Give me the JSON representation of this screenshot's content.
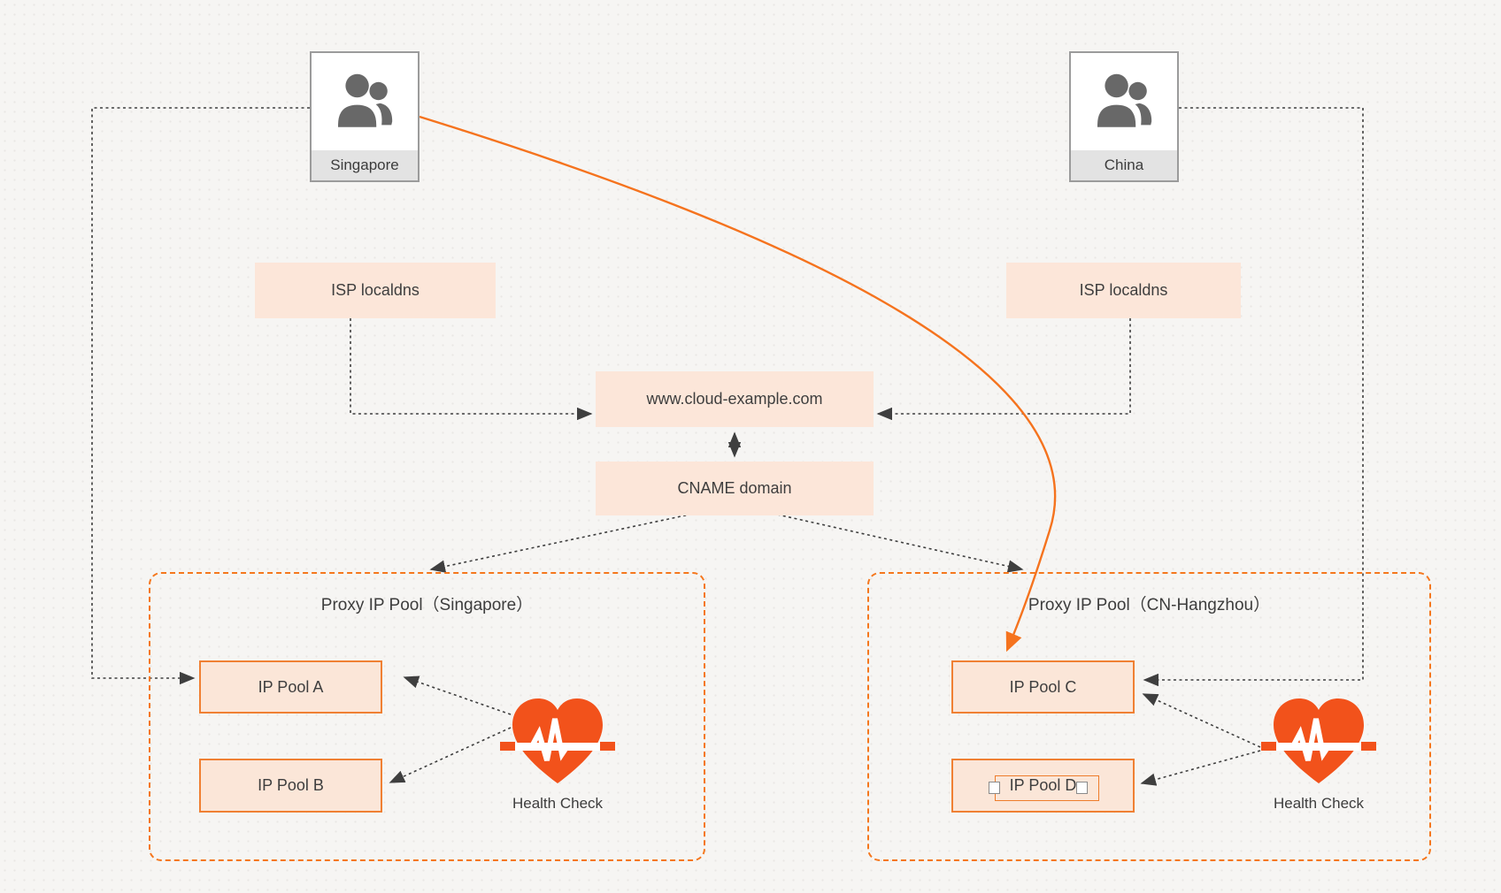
{
  "colors": {
    "background": "#F6F5F3",
    "accent_orange_curve": "#F5731E",
    "heart_orange": "#F2521B",
    "peach_fill": "#FCE6D9",
    "pool_member_fill": "#FBE6D8",
    "pool_member_border": "#F08033",
    "pool_dashed_border": "#F5771D",
    "gray_connector": "#3F3F3F",
    "user_box_border": "#9B9B9B",
    "user_label_bg": "#E3E3E3",
    "text": "#3E3E3E"
  },
  "users": [
    {
      "label": "Singapore"
    },
    {
      "label": "China"
    }
  ],
  "isp_nodes": [
    {
      "label": "ISP localdns"
    },
    {
      "label": "ISP localdns"
    }
  ],
  "domain_node": {
    "label": "www.cloud-example.com"
  },
  "cname_node": {
    "label": "CNAME domain"
  },
  "pools": [
    {
      "title": "Proxy IP Pool（Singapore）",
      "members": [
        {
          "label": "IP Pool A"
        },
        {
          "label": "IP Pool B"
        }
      ],
      "health_check": {
        "label": "Health Check"
      }
    },
    {
      "title": "Proxy IP Pool（CN-Hangzhou）",
      "members": [
        {
          "label": "IP Pool C"
        },
        {
          "label": "IP Pool D",
          "selected": true
        }
      ],
      "health_check": {
        "label": "Health Check"
      }
    }
  ]
}
